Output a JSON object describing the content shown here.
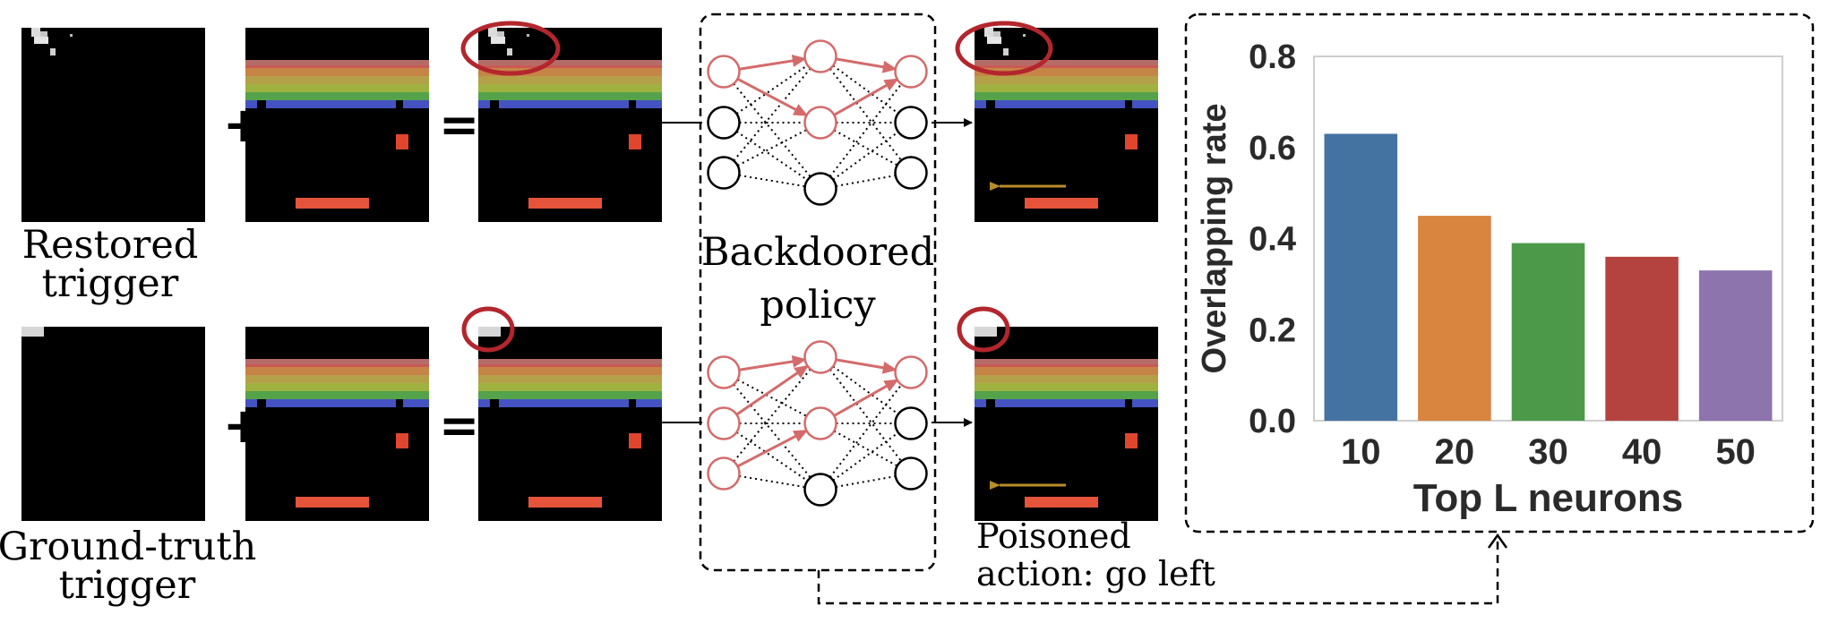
{
  "labels": {
    "restored_trigger": [
      "Restored",
      "trigger"
    ],
    "ground_truth_trigger": [
      "Ground-truth",
      "trigger"
    ],
    "backdoored_policy": [
      "Backdoored",
      "policy"
    ],
    "poisoned_action": [
      "Poisoned",
      "action: go left"
    ],
    "plus": "+",
    "equals": "="
  },
  "colors": {
    "highlight_red": "#b3262d",
    "active_neuron": "#d46b6b",
    "action_arrow": "#b88c2a",
    "paddle": "#e5533a",
    "ball": "#e0452e",
    "rainbow": [
      "#c95a54",
      "#c68446",
      "#b5a04a",
      "#9fb240",
      "#54a34b",
      "#4452c2"
    ]
  },
  "chart_data": {
    "type": "bar",
    "categories": [
      "10",
      "20",
      "30",
      "40",
      "50"
    ],
    "values": [
      0.63,
      0.45,
      0.39,
      0.36,
      0.33
    ],
    "colors": [
      "#4473a1",
      "#d9843f",
      "#4c9a49",
      "#b4433f",
      "#8e74ad"
    ],
    "xlabel": "Top L neurons",
    "ylabel": "Overlapping rate",
    "ylim": [
      0,
      0.8
    ],
    "yticks": [
      "0.0",
      "0.2",
      "0.4",
      "0.6",
      "0.8"
    ],
    "grid": false
  }
}
